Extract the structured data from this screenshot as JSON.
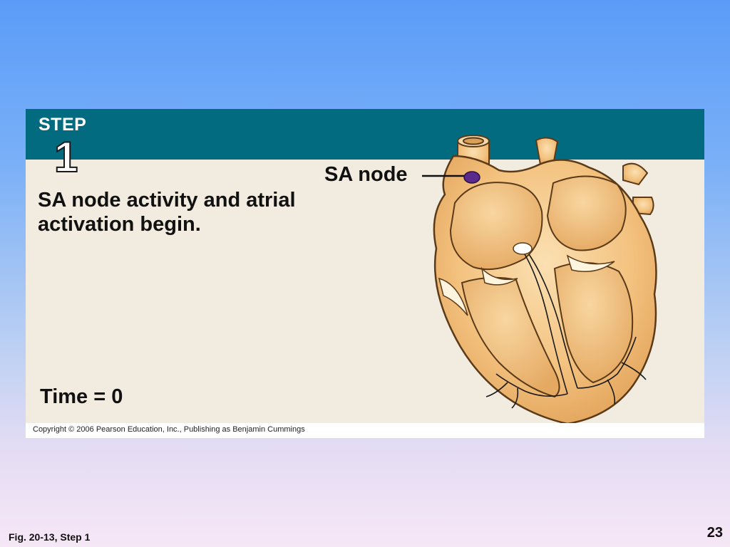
{
  "figure": {
    "step_label": "STEP",
    "step_number": "1",
    "description": "SA node activity and atrial activation begin.",
    "time": "Time = 0",
    "sa_node_label": "SA node",
    "copyright": "Copyright © 2006 Pearson Education, Inc., Publishing as Benjamin Cummings"
  },
  "footer": {
    "caption": "Fig. 20-13, Step 1",
    "slide_number": "23"
  },
  "colors": {
    "band": "#036b80",
    "panel": "#f1ecdf",
    "heart_tissue": "#f4c98a",
    "sa_node": "#5a2a8c"
  }
}
